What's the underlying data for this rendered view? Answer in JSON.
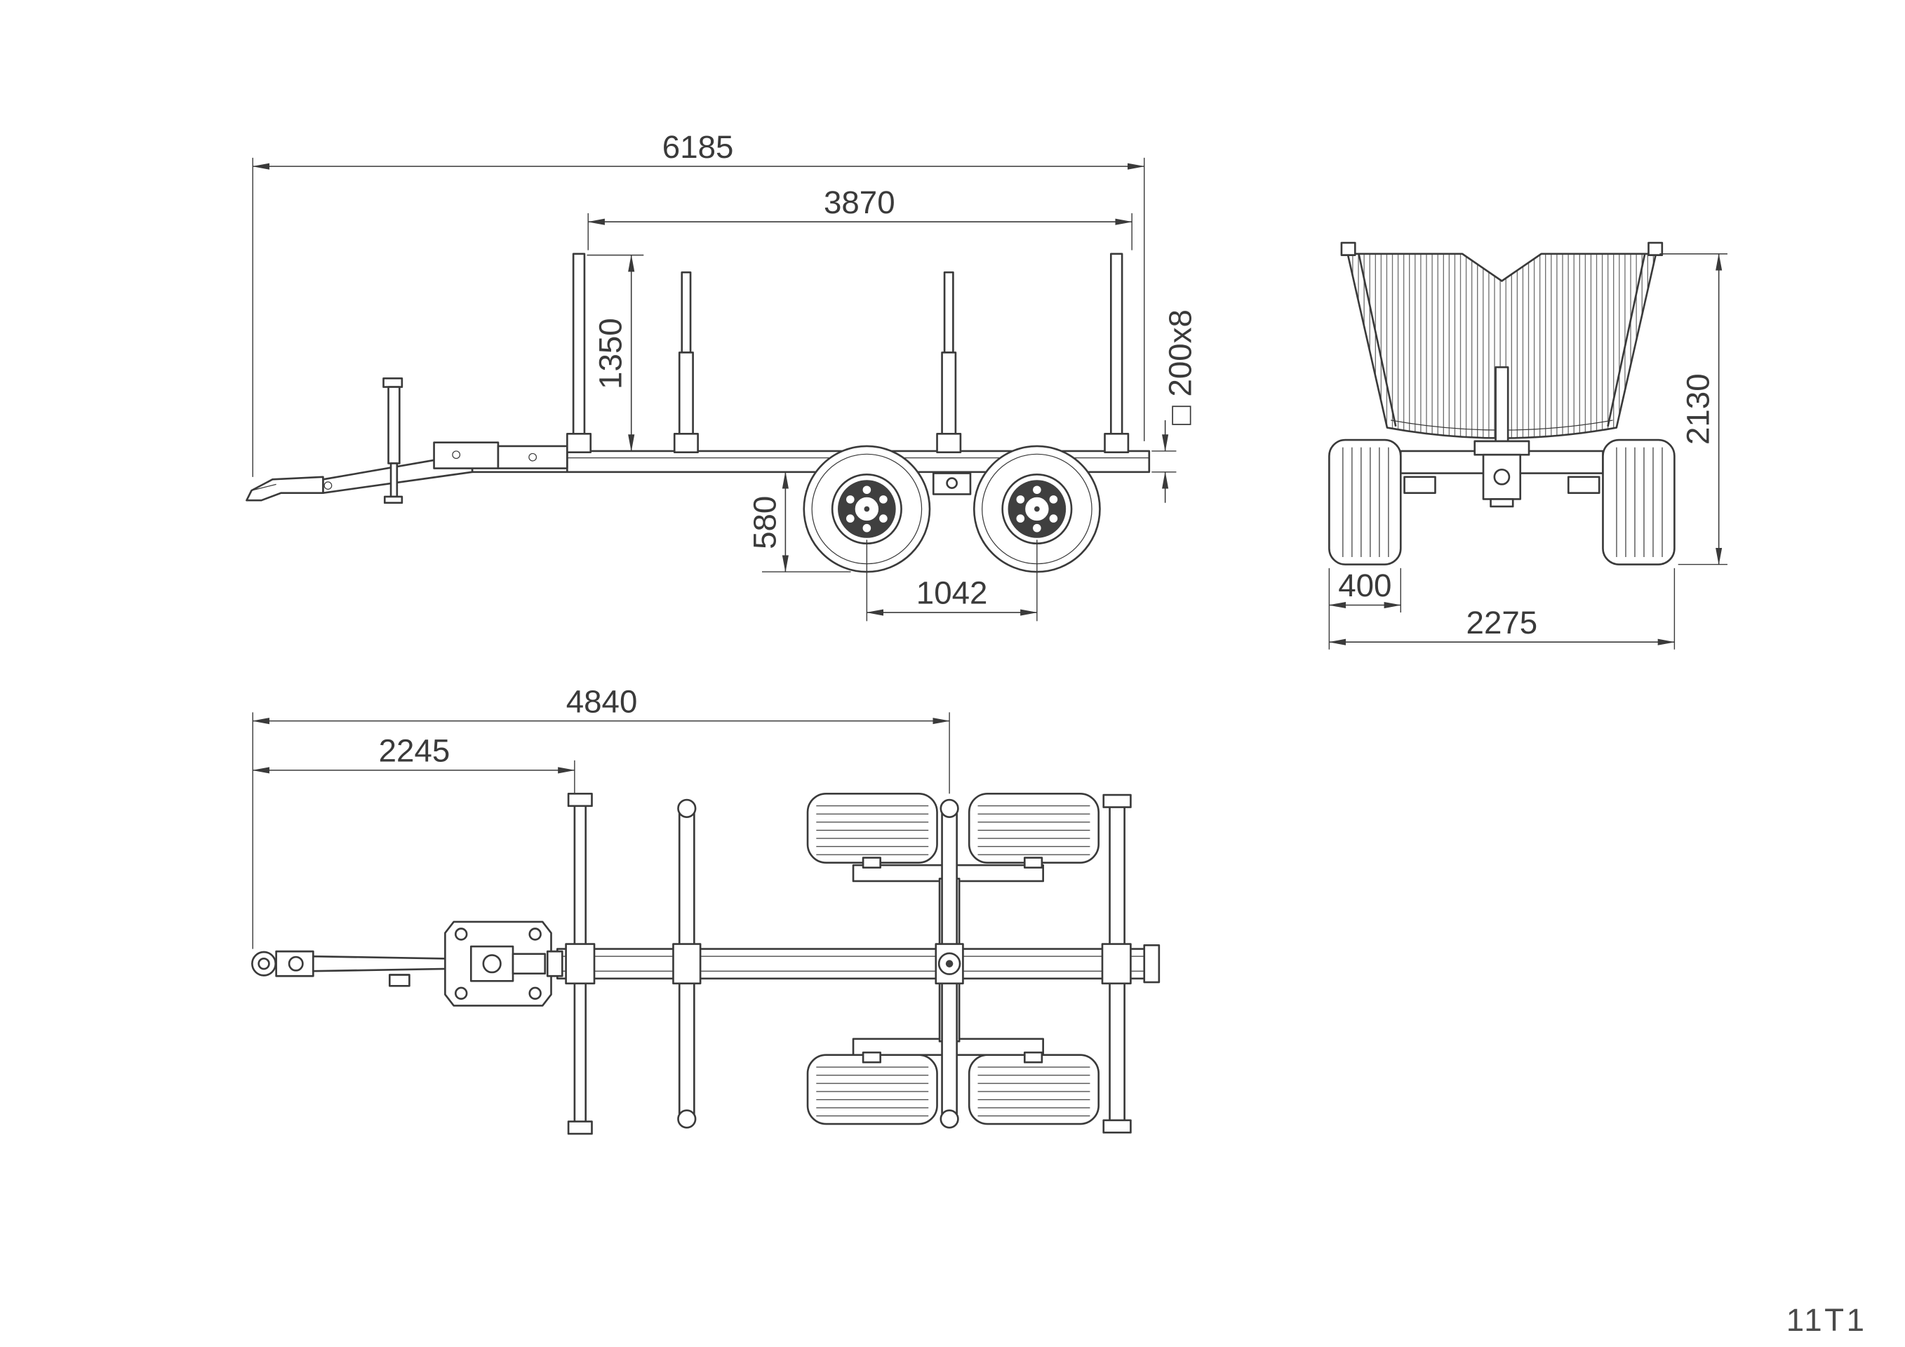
{
  "drawing": {
    "title": "11T1"
  },
  "dims": {
    "side": {
      "overall_length": "6185",
      "load_space_length": "3870",
      "stake_height": "1350",
      "frame_height": "580",
      "bogie_axle_spacing": "1042",
      "frame_profile": "□ 200x8"
    },
    "rear": {
      "overall_height": "2130",
      "tyre_width": "400",
      "overall_width": "2275"
    },
    "top": {
      "frame_length": "4840",
      "drawbar_length": "2245"
    }
  },
  "colors": {
    "line": "#3a3a3a",
    "background": "#ffffff"
  }
}
